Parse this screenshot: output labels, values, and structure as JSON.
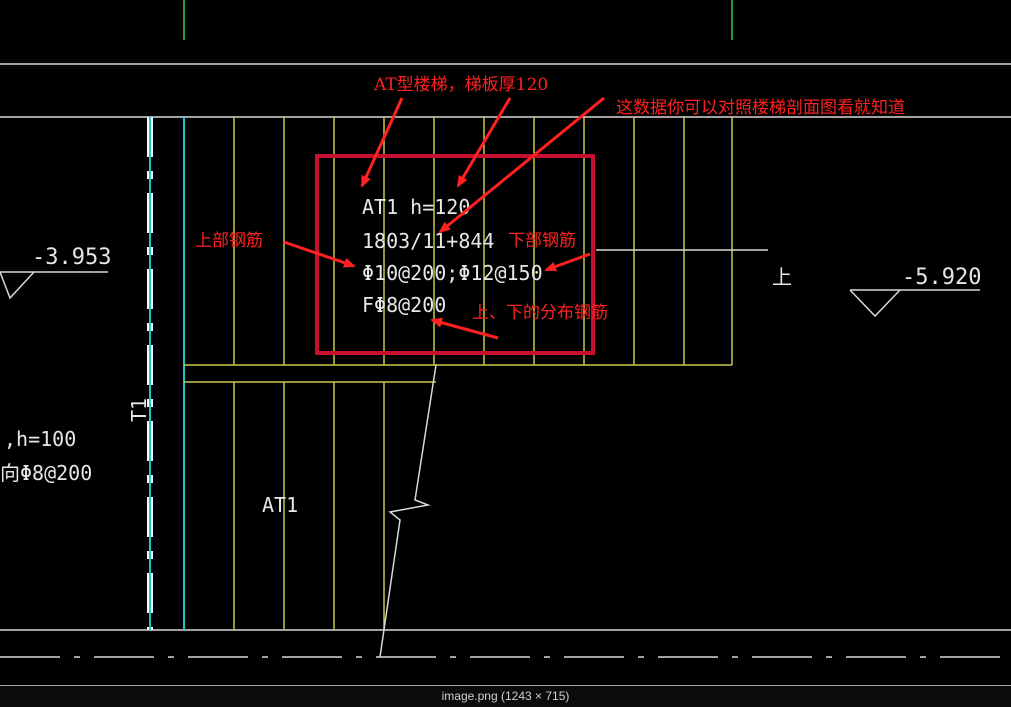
{
  "drawing": {
    "colors": {
      "background": "#000000",
      "stair_lines": "#c8c84a",
      "column_cyan": "#19c8c8",
      "white_lines": "#d8d8d8",
      "highlight_box": "#c8102e",
      "annotation": "#ff2020",
      "green_lines": "#1f9a3a"
    },
    "labels": {
      "elev_left": "-3.953",
      "elev_right": "-5.920",
      "stair_code_1": "AT1 h=120",
      "stair_code_2": "1803/11+844",
      "stair_code_3": "Φ10@200;Φ12@150",
      "stair_code_4": "FΦ8@200",
      "left_partial_1": ",h=100",
      "left_partial_2": "向Φ8@200",
      "t1_label": "T1",
      "at1_lower": "AT1",
      "up_mark": "上"
    },
    "annotations": {
      "title": "AT型楼梯，梯板厚120",
      "data_hint": "这数据你可以对照楼梯剖面图看就知道",
      "top_rebar": "上部钢筋",
      "bottom_rebar": "下部钢筋",
      "distribution_rebar": "上、下的分布钢筋"
    }
  },
  "caption": "image.png (1243 × 715)"
}
